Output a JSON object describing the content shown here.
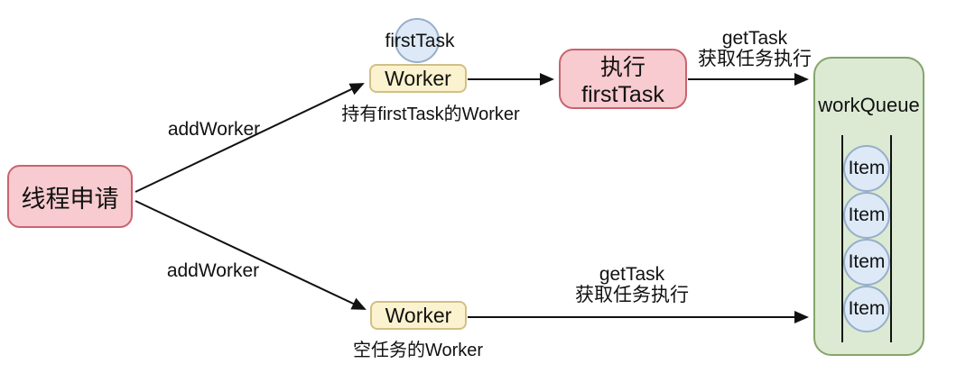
{
  "diagram": {
    "nodes": {
      "thread_request": {
        "label": "线程申请"
      },
      "worker_top": {
        "label": "Worker",
        "caption": "持有firstTask的Worker"
      },
      "first_task": {
        "label": "firstTask"
      },
      "execute_first_task": {
        "label": "执行firstTask"
      },
      "work_queue": {
        "title": "workQueue",
        "items": [
          "Item",
          "Item",
          "Item",
          "Item"
        ]
      },
      "worker_bottom": {
        "label": "Worker",
        "caption": "空任务的Worker"
      }
    },
    "edges": {
      "add_worker_top": {
        "label": "addWorker"
      },
      "add_worker_bottom": {
        "label": "addWorker"
      },
      "get_task_top": {
        "line1": "getTask",
        "line2": "获取任务执行"
      },
      "get_task_bottom": {
        "line1": "getTask",
        "line2": "获取任务执行"
      }
    },
    "colors": {
      "pink_fill": "#f7cbcf",
      "pink_border": "#c9646e",
      "yellow_fill": "#fbf2cf",
      "yellow_border": "#d2bf85",
      "green_fill": "#dcead3",
      "green_border": "#84a56b",
      "blue_fill": "#dde9f7",
      "blue_border": "#97aec9",
      "line": "#111111"
    }
  }
}
